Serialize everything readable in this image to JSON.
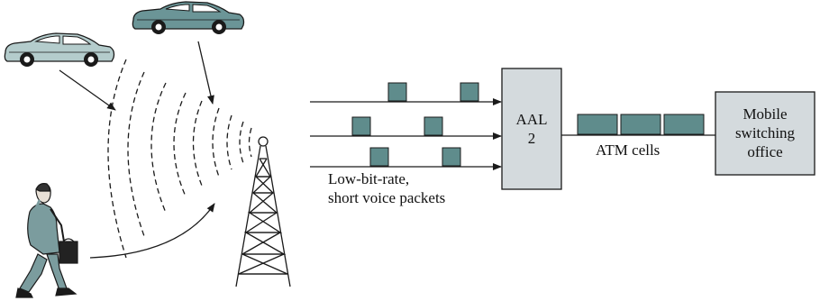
{
  "labels": {
    "aal_line1": "AAL",
    "aal_line2": "2",
    "atm_cells": "ATM cells",
    "mobile_line1": "Mobile",
    "mobile_line2": "switching",
    "mobile_line3": "office",
    "packets_line1": "Low-bit-rate,",
    "packets_line2": "short voice packets"
  },
  "colors": {
    "packet_fill": "#5f8c8c",
    "box_fill": "#d4dadd",
    "car_light": "#b4cccc",
    "car_dark": "#6b9597",
    "figure": "#7b9c9e",
    "line": "#1a1a1a"
  }
}
